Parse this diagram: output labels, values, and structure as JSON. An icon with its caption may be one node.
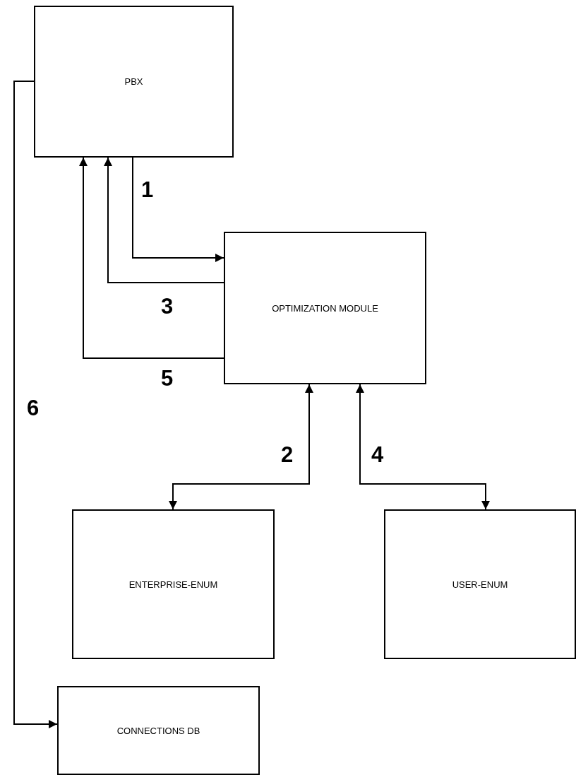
{
  "diagram": {
    "nodes": [
      {
        "text": [
          "PBX"
        ]
      },
      {
        "text": [
          "OPTIMIZATION MODULE"
        ]
      },
      {
        "text": [
          "ENTERPRISE-ENUM"
        ]
      },
      {
        "text": [
          "USER-ENUM"
        ]
      },
      {
        "text": [
          "CONNECTIONS DB"
        ]
      }
    ],
    "edges": [
      {
        "from": 0,
        "to": 1,
        "arrow": "to",
        "label": "1"
      },
      {
        "from": 1,
        "to": 2,
        "arrow": "both",
        "label": "2"
      },
      {
        "from": 1,
        "to": 0,
        "arrow": "to",
        "label": "3"
      },
      {
        "from": 1,
        "to": 3,
        "arrow": "both",
        "label": "4"
      },
      {
        "from": 1,
        "to": 0,
        "arrow": "to",
        "label": "5"
      },
      {
        "from": 0,
        "to": 4,
        "arrow": "to",
        "label": "6"
      }
    ]
  }
}
